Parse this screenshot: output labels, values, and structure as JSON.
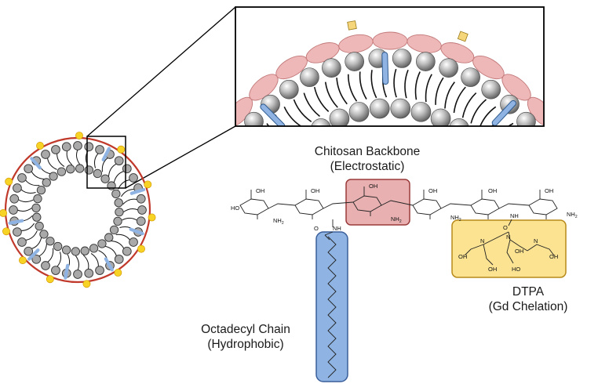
{
  "labels": {
    "chitosan_title": "Chitosan Backbone",
    "chitosan_sub": "(Electrostatic)",
    "dtpa_title": "DTPA",
    "dtpa_sub": "(Gd Chelation)",
    "octadecyl_title": "Octadecyl Chain",
    "octadecyl_sub": "(Hydrophobic)"
  },
  "chem_text": {
    "oh": "OH",
    "nh2": "NH",
    "sub2": "2",
    "nh": "NH",
    "n": "N",
    "o": "O",
    "ho": "HO"
  },
  "colors": {
    "chitosan_fill": "#e8b0b0",
    "chitosan_stroke": "#9a3a3a",
    "dtpa_fill": "#fbe392",
    "dtpa_stroke": "#b88a1a",
    "chain_fill": "#8fb4e3",
    "chain_stroke": "#3a5f9a",
    "bead": "#a9a9a9",
    "membrane_outline": "#c0392b",
    "ligand": "#f7d325",
    "zoom_petal": "#efb8b8",
    "zoom_ligand": "#f5d67a"
  }
}
